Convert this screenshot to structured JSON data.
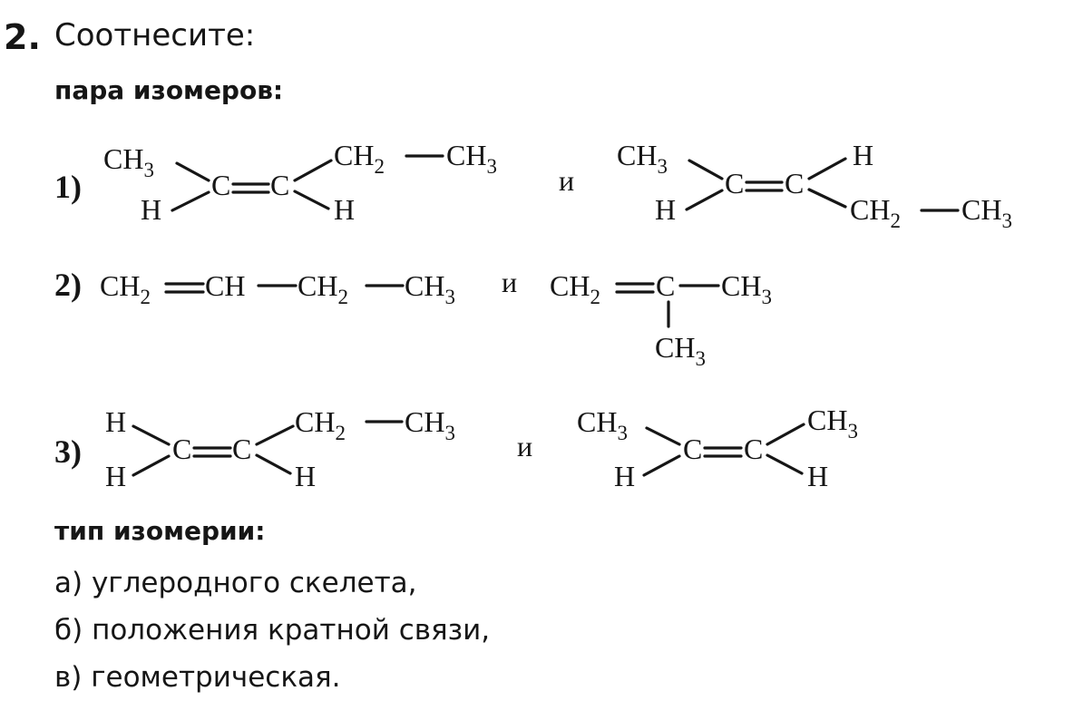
{
  "task": {
    "number": "2.",
    "title": "Соотнесите:"
  },
  "pairs_heading": "пара изомеров:",
  "pairs": [
    {
      "label": "1)",
      "conj": "и",
      "a": {
        "tl": "CH",
        "tl_sub": "3",
        "bl": "H",
        "c1": "C",
        "eq": "=",
        "c2": "C",
        "tr1": "CH",
        "tr1_sub": "2",
        "tr2": "CH",
        "tr2_sub": "3",
        "br": "H"
      },
      "b": {
        "tl": "CH",
        "tl_sub": "3",
        "bl": "H",
        "c1": "C",
        "eq": "=",
        "c2": "C",
        "tr": "H",
        "br1": "CH",
        "br1_sub": "2",
        "br2": "CH",
        "br2_sub": "3"
      }
    },
    {
      "label": "2)",
      "conj": "и",
      "a": {
        "g1": "CH",
        "g1_sub": "2",
        "g2": "CH",
        "g3": "CH",
        "g3_sub": "2",
        "g4": "CH",
        "g4_sub": "3"
      },
      "b": {
        "g1": "CH",
        "g1_sub": "2",
        "c": "C",
        "g3": "CH",
        "g3_sub": "3",
        "sub": "CH",
        "sub_sub": "3"
      }
    },
    {
      "label": "3)",
      "conj": "и",
      "a": {
        "tl": "H",
        "bl": "H",
        "c1": "C",
        "eq": "=",
        "c2": "C",
        "tr1": "CH",
        "tr1_sub": "2",
        "tr2": "CH",
        "tr2_sub": "3",
        "br": "H"
      },
      "b": {
        "tl": "CH",
        "tl_sub": "3",
        "bl": "H",
        "c1": "C",
        "eq": "=",
        "c2": "C",
        "tr": "CH",
        "tr_sub": "3",
        "br": "H"
      }
    }
  ],
  "types_heading": "тип изомерии:",
  "types": [
    "а) углеродного скелета,",
    "б) положения кратной связи,",
    "в) геометрическая."
  ]
}
